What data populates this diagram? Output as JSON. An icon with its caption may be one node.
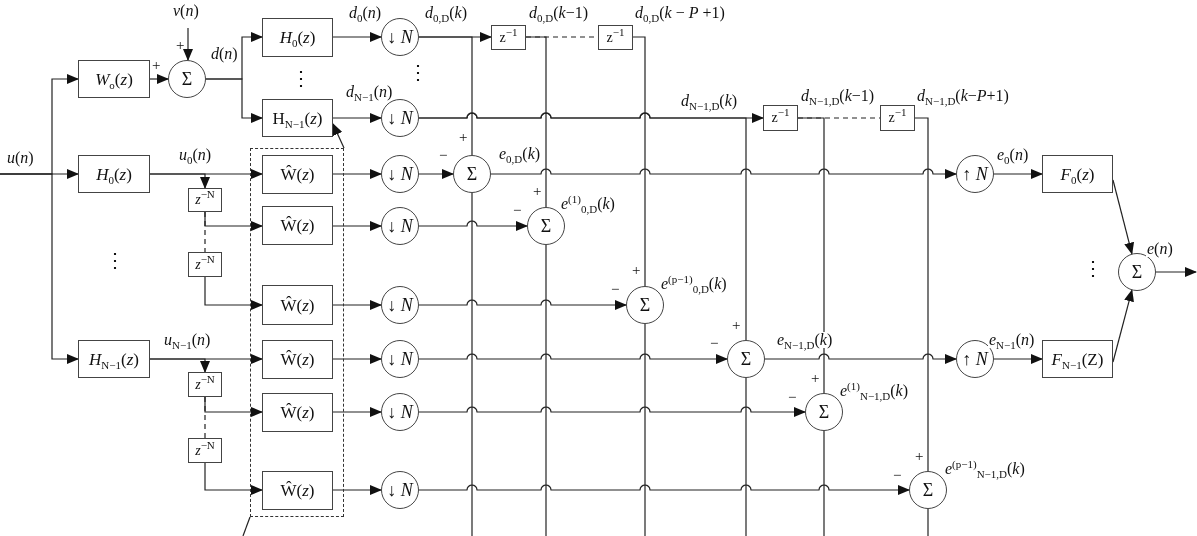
{
  "diagram": {
    "nodes": [
      {
        "text": [
          "*W*$_{o}$(*z*)"
        ]
      },
      {
        "text": [
          "Σ"
        ]
      },
      {
        "text": [
          "*H*$_{0}$(*z*)"
        ]
      },
      {
        "text": [
          "H$_{N−1}$(*z*)"
        ]
      },
      {
        "text": [
          "↓ *N*"
        ]
      },
      {
        "text": [
          "↓ *N*"
        ]
      },
      {
        "text": [
          "z$^{−1}$"
        ]
      },
      {
        "text": [
          "z$^{−1}$"
        ]
      },
      {
        "text": [
          "z$^{−1}$"
        ]
      },
      {
        "text": [
          "z$^{−1}$"
        ]
      },
      {
        "text": [
          "*H*$_{0}$(*z*)"
        ]
      },
      {
        "text": [
          "*H*$_{N−1}$(*z*)"
        ]
      },
      {
        "text": [
          "*z*$^{−N}$"
        ]
      },
      {
        "text": [
          "*z*$^{−N}$"
        ]
      },
      {
        "text": [
          "*z*$^{−N}$"
        ]
      },
      {
        "text": [
          "*z*$^{−N}$"
        ]
      },
      {
        "text": [],
        "shape": "box"
      },
      {
        "text": [
          "Ŵ(*z*)"
        ],
        "in": 16
      },
      {
        "text": [
          "Ŵ(*z*)"
        ],
        "in": 16
      },
      {
        "text": [
          "Ŵ(*z*)"
        ],
        "in": 16
      },
      {
        "text": [
          "Ŵ(*z*)"
        ],
        "in": 16
      },
      {
        "text": [
          "Ŵ(*z*)"
        ],
        "in": 16
      },
      {
        "text": [
          "Ŵ(*z*)"
        ],
        "in": 16
      },
      {
        "text": [
          "↓ *N*"
        ]
      },
      {
        "text": [
          "↓ *N*"
        ]
      },
      {
        "text": [
          "↓ *N*"
        ]
      },
      {
        "text": [
          "↓ *N*"
        ]
      },
      {
        "text": [
          "↓ *N*"
        ]
      },
      {
        "text": [
          "↓ *N*"
        ]
      },
      {
        "text": [
          "Σ"
        ]
      },
      {
        "text": [
          "Σ"
        ],
        "beside": [
          "*e*$^{(1)}$$_{0,D}$(*k*)"
        ]
      },
      {
        "text": [
          "Σ"
        ],
        "beside": [
          "*e*$^{(p−1)}$$_{0,D}$(*k*)"
        ]
      },
      {
        "text": [
          "Σ"
        ]
      },
      {
        "text": [
          "Σ"
        ],
        "beside": [
          "*e*$^{(1)}$$_{N−1,D}$(*k*)"
        ]
      },
      {
        "text": [
          "Σ"
        ],
        "beside": [
          "*e*$^{(p−1)}$$_{N−1,D}$(*k*)"
        ]
      },
      {
        "text": [
          "↑ *N*"
        ]
      },
      {
        "text": [
          "↑ *N*"
        ]
      },
      {
        "text": [
          "*F*$_{0}$(*z*)"
        ]
      },
      {
        "text": [
          "*F*$_{N−1}$(Z)"
        ]
      },
      {
        "text": [
          "Σ"
        ]
      }
    ],
    "edges": [
      {
        "from": null,
        "to": 0,
        "arrow": "to",
        "label": "*u*(*n*)"
      },
      {
        "from": null,
        "to": 10,
        "arrow": "to"
      },
      {
        "from": null,
        "to": 11,
        "arrow": "to"
      },
      {
        "from": null,
        "to": 1,
        "arrow": "to",
        "label": "*v*(*n*)"
      },
      {
        "from": 0,
        "to": 1,
        "arrow": "to"
      },
      {
        "from": 1,
        "to": 2,
        "arrow": "to",
        "label": "*d*(*n*)"
      },
      {
        "from": 1,
        "to": 3,
        "arrow": "to"
      },
      {
        "from": 2,
        "to": 4,
        "arrow": "to",
        "label": "*d*$_{0}$(*n*)"
      },
      {
        "from": 3,
        "to": 5,
        "arrow": "to",
        "label": "*d*$_{N−1}$(*n*)"
      },
      {
        "from": 4,
        "to": 6,
        "arrow": "to",
        "label": "*d*$_{0,D}$(*k*)"
      },
      {
        "from": 4,
        "to": 29,
        "arrow": "none"
      },
      {
        "from": 6,
        "to": 7,
        "arrow": "none",
        "style": "dashed",
        "label": "*d*$_{0,D}$(*k*−1)"
      },
      {
        "from": 6,
        "to": 30,
        "arrow": "none"
      },
      {
        "from": 7,
        "to": 31,
        "arrow": "none",
        "label": "*d*$_{0,D}$(*k* − *P* +1)"
      },
      {
        "from": 5,
        "to": 8,
        "arrow": "to",
        "label": "*d*$_{N−1,D}$(*k*)"
      },
      {
        "from": 5,
        "to": 32,
        "arrow": "none"
      },
      {
        "from": 8,
        "to": 9,
        "arrow": "none",
        "style": "dashed",
        "label": "*d*$_{N−1,D}$(*k*−1)"
      },
      {
        "from": 8,
        "to": 33,
        "arrow": "none"
      },
      {
        "from": 9,
        "to": 34,
        "arrow": "none",
        "label": "*d*$_{N−1,D}$(*k*−*P*+1)"
      },
      {
        "from": 10,
        "to": 17,
        "arrow": "to",
        "label": "*u*$_{0}$(*n*)"
      },
      {
        "from": 10,
        "to": 12,
        "arrow": "to"
      },
      {
        "from": 12,
        "to": 18,
        "arrow": "to"
      },
      {
        "from": 12,
        "to": 13,
        "arrow": "none",
        "style": "dashed"
      },
      {
        "from": 13,
        "to": 19,
        "arrow": "to"
      },
      {
        "from": 11,
        "to": 20,
        "arrow": "to",
        "label": "*u*$_{N−1}$(*n*)"
      },
      {
        "from": 11,
        "to": 14,
        "arrow": "to"
      },
      {
        "from": 14,
        "to": 21,
        "arrow": "to"
      },
      {
        "from": 14,
        "to": 15,
        "arrow": "none",
        "style": "dashed"
      },
      {
        "from": 15,
        "to": 22,
        "arrow": "to"
      },
      {
        "from": 17,
        "to": 23,
        "arrow": "to"
      },
      {
        "from": 18,
        "to": 24,
        "arrow": "to"
      },
      {
        "from": 19,
        "to": 25,
        "arrow": "to"
      },
      {
        "from": 20,
        "to": 26,
        "arrow": "to"
      },
      {
        "from": 21,
        "to": 27,
        "arrow": "to"
      },
      {
        "from": 22,
        "to": 28,
        "arrow": "to"
      },
      {
        "from": 23,
        "to": 29,
        "arrow": "to"
      },
      {
        "from": 24,
        "to": 30,
        "arrow": "to"
      },
      {
        "from": 25,
        "to": 31,
        "arrow": "to"
      },
      {
        "from": 26,
        "to": 32,
        "arrow": "to"
      },
      {
        "from": 27,
        "to": 33,
        "arrow": "to"
      },
      {
        "from": 28,
        "to": 34,
        "arrow": "to"
      },
      {
        "from": 29,
        "to": 35,
        "arrow": "to",
        "label": "*e*$_{0,D}$(*k*)"
      },
      {
        "from": 32,
        "to": 36,
        "arrow": "to",
        "label": "*e*$_{N−1,D}$(*k*)"
      },
      {
        "from": 35,
        "to": 37,
        "arrow": "to",
        "label": "*e*$_{0}$(*n*)"
      },
      {
        "from": 36,
        "to": 38,
        "arrow": "to",
        "label": "*e*$_{N−1}$(*n*)"
      },
      {
        "from": 37,
        "to": 39,
        "arrow": "to"
      },
      {
        "from": 38,
        "to": 39,
        "arrow": "to"
      },
      {
        "from": 39,
        "to": null,
        "arrow": "to",
        "label": "*e*(*n*)"
      },
      {
        "from": 16,
        "to": 3,
        "arrow": "to"
      },
      {
        "from": 16,
        "to": null,
        "arrow": "none"
      },
      {
        "from": 29,
        "to": null,
        "arrow": "none"
      },
      {
        "from": 30,
        "to": null,
        "arrow": "none"
      },
      {
        "from": 31,
        "to": null,
        "arrow": "none"
      },
      {
        "from": 32,
        "to": null,
        "arrow": "none"
      },
      {
        "from": 33,
        "to": null,
        "arrow": "none"
      },
      {
        "from": 34,
        "to": null,
        "arrow": "none"
      }
    ],
    "labels": [
      "+",
      "+",
      "⋮",
      "⋮",
      "+",
      "−",
      "+",
      "−",
      "⋮",
      "+",
      "−",
      "⋮",
      "+",
      "−",
      "+",
      "−",
      "+",
      "−"
    ]
  }
}
